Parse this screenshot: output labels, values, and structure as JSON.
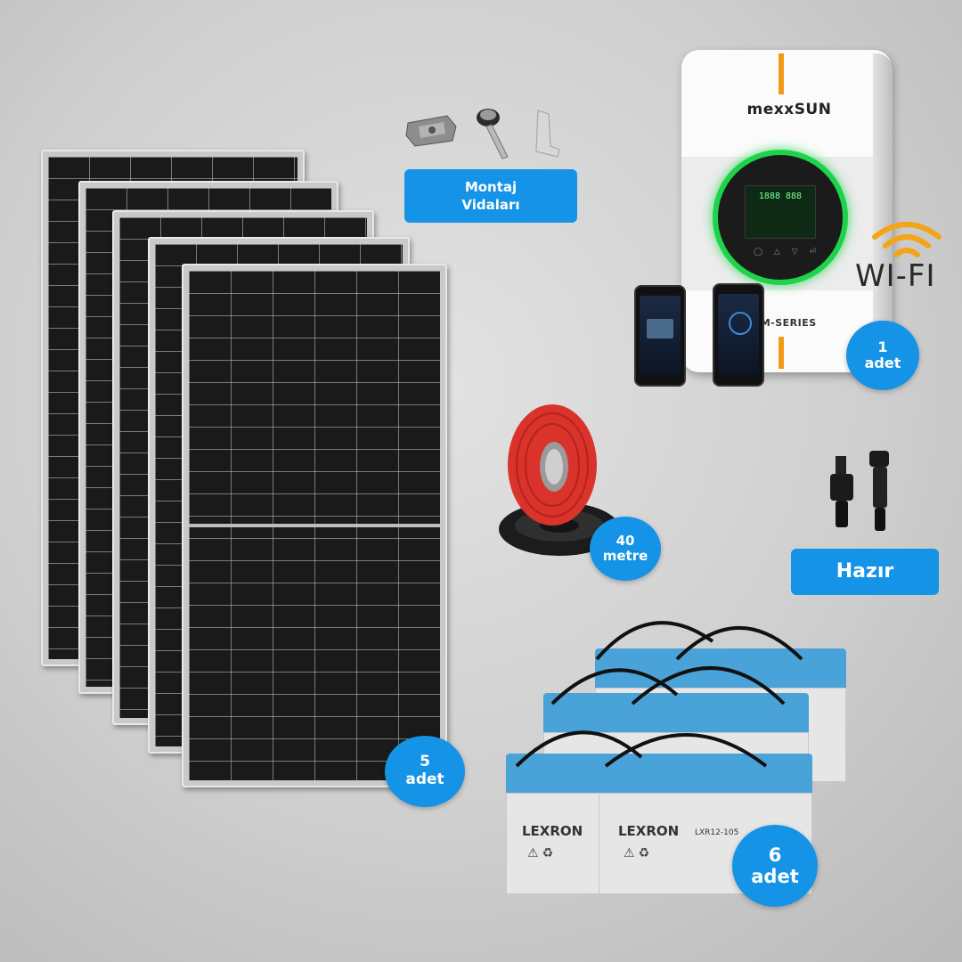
{
  "labels": {
    "montaj_line1": "Montaj",
    "montaj_line2": "Vidaları",
    "inverter_count_num": "1",
    "inverter_count_unit": "adet",
    "cable_count_num": "40",
    "cable_count_unit": "metre",
    "connector_label": "Hazır",
    "panel_count_num": "5",
    "panel_count_unit": "adet",
    "battery_count_num": "6",
    "battery_count_unit": "adet"
  },
  "inverter": {
    "brand": "mexxSUN",
    "series": "NIUM-SERIES",
    "display": "1888 888",
    "wifi": "WI-FI"
  },
  "battery": {
    "brand": "LEXRON",
    "model": "LXR12-105"
  },
  "colors": {
    "accent_blue": "#1593e6",
    "cable_red": "#d9332b",
    "ring_green": "#1ed34a",
    "inverter_orange": "#f29a17",
    "battery_top": "#4aa3d8"
  }
}
